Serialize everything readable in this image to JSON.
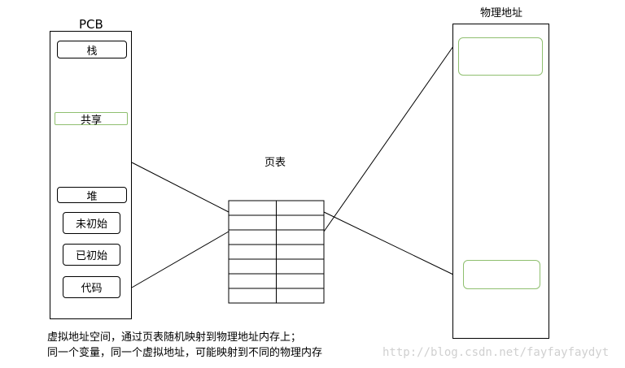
{
  "pcb": {
    "title": "PCB",
    "stack": "栈",
    "shared": "共享",
    "heap": "堆",
    "uninit": "未初始",
    "init": "已初始",
    "code": "代码"
  },
  "page_table": {
    "title": "页表",
    "rows": 7,
    "cols": 2
  },
  "physical": {
    "title": "物理地址"
  },
  "caption": {
    "line1": "虚拟地址空间，通过页表随机映射到物理地址内存上；",
    "line2": "同一个变量，同一个虚拟地址，可能映射到不同的物理内存"
  },
  "watermark": "http://blog.csdn.net/fayfayfaydyt",
  "colors": {
    "green": "#8fbf6f",
    "line": "#000000"
  }
}
